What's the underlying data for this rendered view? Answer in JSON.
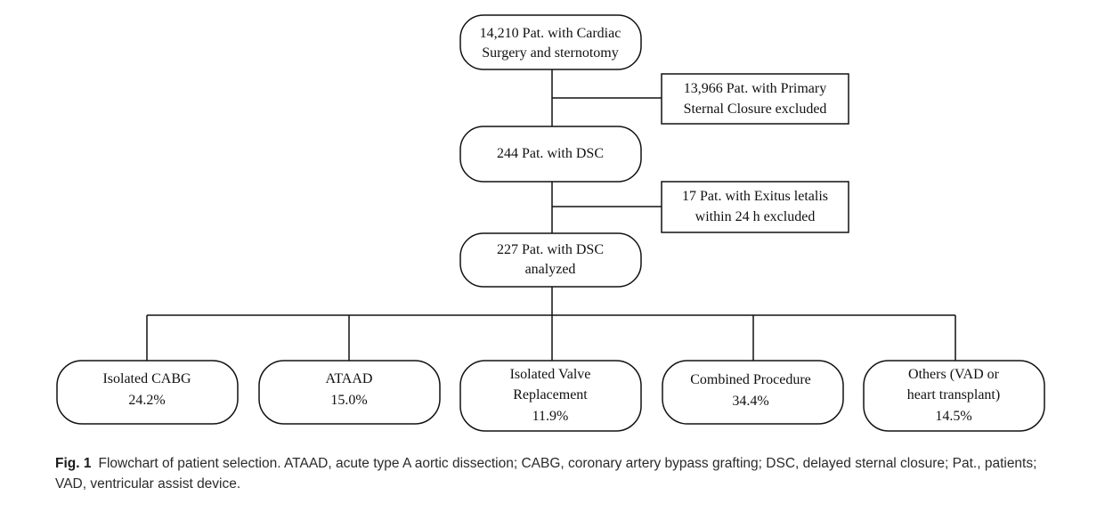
{
  "flowchart": {
    "top": {
      "lines": [
        "14,210 Pat. with Cardiac",
        "Surgery and sternotomy"
      ]
    },
    "excl1": {
      "lines": [
        "13,966 Pat. with Primary",
        "Sternal Closure excluded"
      ]
    },
    "mid": {
      "lines": [
        "244 Pat. with DSC"
      ]
    },
    "excl2": {
      "lines": [
        "17 Pat. with Exitus letalis",
        "within 24 h excluded"
      ]
    },
    "analyzed": {
      "lines": [
        "227 Pat. with DSC",
        "analyzed"
      ]
    },
    "groups": [
      {
        "lines": [
          "Isolated CABG",
          "24.2%"
        ]
      },
      {
        "lines": [
          "ATAAD",
          "15.0%"
        ]
      },
      {
        "lines": [
          "Isolated Valve",
          "Replacement",
          "11.9%"
        ]
      },
      {
        "lines": [
          "Combined Procedure",
          "34.4%"
        ]
      },
      {
        "lines": [
          "Others (VAD or",
          "heart transplant)",
          "14.5%"
        ]
      }
    ]
  },
  "caption": {
    "label": "Fig. 1",
    "text": "Flowchart of patient selection. ATAAD, acute type A aortic dissection; CABG, coronary artery bypass grafting; DSC, delayed sternal closure; Pat., patients; VAD, ventricular assist device."
  }
}
